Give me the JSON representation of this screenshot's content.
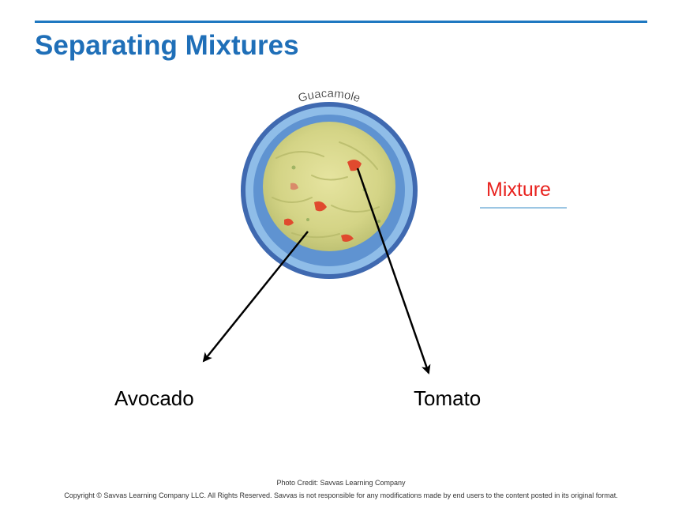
{
  "slide": {
    "title": "Separating Mixtures",
    "bowl_label": "Guacamole",
    "mixture_label": "Mixture",
    "components": [
      "Avocado",
      "Tomato"
    ],
    "photo_credit": "Photo Credit: Savvas Learning Company",
    "copyright": "Copyright © Savvas Learning Company LLC. All Rights Reserved. Savvas is not responsible for any modifications made by end users to the content posted in its original format."
  },
  "colors": {
    "title": "#1f6fb8",
    "rule": "#1f78c1",
    "mixture": "#e8231f",
    "bowl_rim": "#4f7fc4",
    "guacamole": "#d9d98a",
    "tomato": "#e04a2e"
  }
}
